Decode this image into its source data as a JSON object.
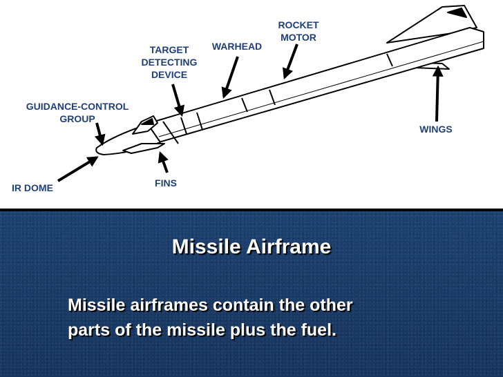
{
  "colors": {
    "label": "#1f3f78",
    "background": "#1b3a66",
    "text": "#ffffff"
  },
  "diagram": {
    "labels": {
      "rocket_motor": [
        "ROCKET",
        "MOTOR"
      ],
      "warhead": "WARHEAD",
      "target_detecting_device": [
        "TARGET",
        "DETECTING",
        "DEVICE"
      ],
      "guidance_control_group": [
        "GUIDANCE-CONTROL",
        "GROUP"
      ],
      "wings": "WINGS",
      "fins": "FINS",
      "ir_dome": "IR DOME"
    }
  },
  "slide": {
    "title": "Missile Airframe",
    "body_lines": [
      "Missile airframes contain the other",
      "parts of the missile plus the fuel."
    ]
  }
}
